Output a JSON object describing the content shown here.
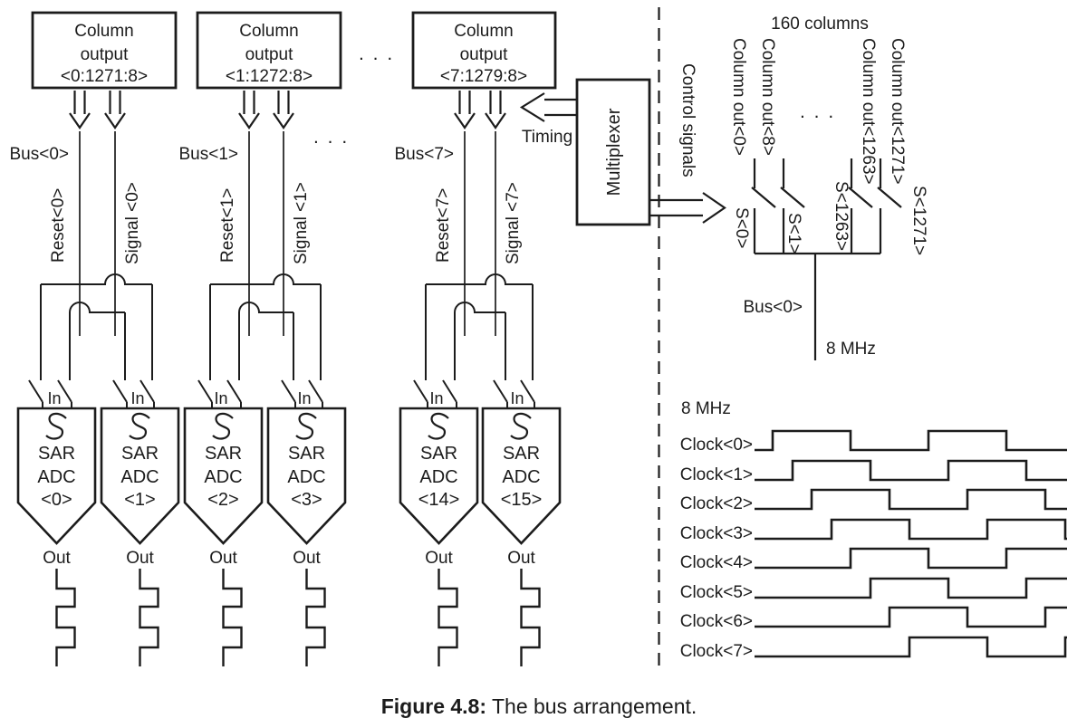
{
  "colors": {
    "ink": "#1c1c1c",
    "background": "#ffffff"
  },
  "shared": {
    "dots": ". . ."
  },
  "top_row": {
    "boxes": [
      {
        "lines": [
          "Column",
          "output",
          "<0:1271:8>"
        ]
      },
      {
        "lines": [
          "Column",
          "output",
          "<1:1272:8>"
        ]
      },
      {
        "lines": [
          "Column",
          "output",
          "<7:1279:8>"
        ]
      }
    ]
  },
  "bus_groups": [
    {
      "bus": "Bus<0>",
      "reset": "Reset<0>",
      "signal": "Signal <0>"
    },
    {
      "bus": "Bus<1>",
      "reset": "Reset<1>",
      "signal": "Signal <1>"
    },
    {
      "bus": "Bus<7>",
      "reset": "Reset<7>",
      "signal": "Signal <7>"
    }
  ],
  "adcs": [
    {
      "in": "In",
      "l1": "SAR",
      "l2": "ADC",
      "id": "<0>",
      "out": "Out"
    },
    {
      "in": "In",
      "l1": "SAR",
      "l2": "ADC",
      "id": "<1>",
      "out": "Out"
    },
    {
      "in": "In",
      "l1": "SAR",
      "l2": "ADC",
      "id": "<2>",
      "out": "Out"
    },
    {
      "in": "In",
      "l1": "SAR",
      "l2": "ADC",
      "id": "<3>",
      "out": "Out"
    },
    {
      "in": "In",
      "l1": "SAR",
      "l2": "ADC",
      "id": "<14>",
      "out": "Out"
    },
    {
      "in": "In",
      "l1": "SAR",
      "l2": "ADC",
      "id": "<15>",
      "out": "Out"
    }
  ],
  "multiplexer": {
    "label": "Multiplexer",
    "timing": "Timing",
    "control": "Control signals"
  },
  "right_panel": {
    "header": "160 columns",
    "column_out_labels": [
      "Column out<0>",
      "Column out<8>",
      "Column out<1263>",
      "Column out<1271>"
    ],
    "switch_labels": [
      "S<0>",
      "S<1>",
      "S<1263>",
      "S<1271>"
    ],
    "bus_label": "Bus<0>",
    "bus_freq": "8 MHz"
  },
  "clocks": {
    "freq": "8 MHz",
    "labels": [
      "Clock<0>",
      "Clock<1>",
      "Clock<2>",
      "Clock<3>",
      "Clock<4>",
      "Clock<5>",
      "Clock<6>",
      "Clock<7>"
    ]
  },
  "caption": {
    "label": "Figure 4.8:",
    "text": " The bus arrangement."
  }
}
